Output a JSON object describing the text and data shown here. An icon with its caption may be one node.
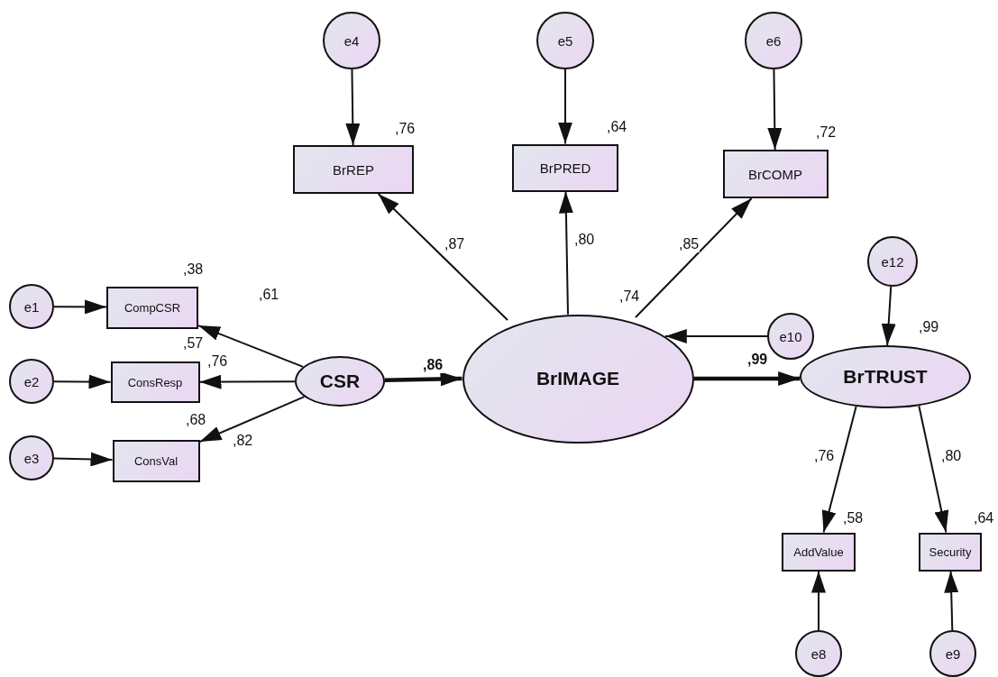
{
  "diagram": {
    "nodes": [
      {
        "text": [
          "e4"
        ]
      },
      {
        "text": [
          "e5"
        ]
      },
      {
        "text": [
          "e6"
        ]
      },
      {
        "text": [
          "BrREP"
        ],
        "beside": [
          ",76"
        ]
      },
      {
        "text": [
          "BrPRED"
        ],
        "beside": [
          ",64"
        ]
      },
      {
        "text": [
          "BrCOMP"
        ],
        "beside": [
          ",72"
        ]
      },
      {
        "text": [
          "e12"
        ]
      },
      {
        "text": [
          "e1"
        ]
      },
      {
        "text": [
          "CompCSR"
        ],
        "beside": [
          ",38"
        ]
      },
      {
        "text": [
          "e2"
        ]
      },
      {
        "text": [
          "ConsResp"
        ],
        "beside": [
          ",57"
        ]
      },
      {
        "text": [
          "CSR"
        ]
      },
      {
        "text": [
          "BrIMAGE"
        ],
        "beside": [
          ",74"
        ]
      },
      {
        "text": [
          "e10"
        ]
      },
      {
        "text": [
          "BrTRUST"
        ],
        "beside": [
          ",99"
        ]
      },
      {
        "text": [
          "e3"
        ]
      },
      {
        "text": [
          "ConsVal"
        ],
        "beside": [
          ",68"
        ]
      },
      {
        "text": [
          "AddValue"
        ],
        "beside": [
          ",58"
        ]
      },
      {
        "text": [
          "Security"
        ],
        "beside": [
          ",64"
        ]
      },
      {
        "text": [
          "e8"
        ]
      },
      {
        "text": [
          "e9"
        ]
      }
    ],
    "edges": [
      {
        "from": 0,
        "to": 3,
        "arrow": "to"
      },
      {
        "from": 1,
        "to": 4,
        "arrow": "to"
      },
      {
        "from": 2,
        "to": 5,
        "arrow": "to"
      },
      {
        "from": 12,
        "to": 3,
        "arrow": "to",
        "label": ",87"
      },
      {
        "from": 12,
        "to": 4,
        "arrow": "to",
        "label": ",80"
      },
      {
        "from": 12,
        "to": 5,
        "arrow": "to",
        "label": ",85"
      },
      {
        "from": 6,
        "to": 14,
        "arrow": "to"
      },
      {
        "from": 7,
        "to": 8,
        "arrow": "to"
      },
      {
        "from": 11,
        "to": 8,
        "arrow": "to",
        "label": ",61"
      },
      {
        "from": 9,
        "to": 10,
        "arrow": "to"
      },
      {
        "from": 11,
        "to": 10,
        "arrow": "to",
        "label": ",76"
      },
      {
        "from": 11,
        "to": 12,
        "arrow": "to",
        "label": ",86",
        "style": "thick"
      },
      {
        "from": 13,
        "to": 12,
        "arrow": "to"
      },
      {
        "from": 12,
        "to": 14,
        "arrow": "to",
        "label": ",99",
        "style": "thick"
      },
      {
        "from": 15,
        "to": 16,
        "arrow": "to"
      },
      {
        "from": 11,
        "to": 16,
        "arrow": "to",
        "label": ",82"
      },
      {
        "from": 14,
        "to": 17,
        "arrow": "to",
        "label": ",76"
      },
      {
        "from": 14,
        "to": 18,
        "arrow": "to",
        "label": ",80"
      },
      {
        "from": 19,
        "to": 17,
        "arrow": "to"
      },
      {
        "from": 20,
        "to": 18,
        "arrow": "to"
      }
    ]
  }
}
